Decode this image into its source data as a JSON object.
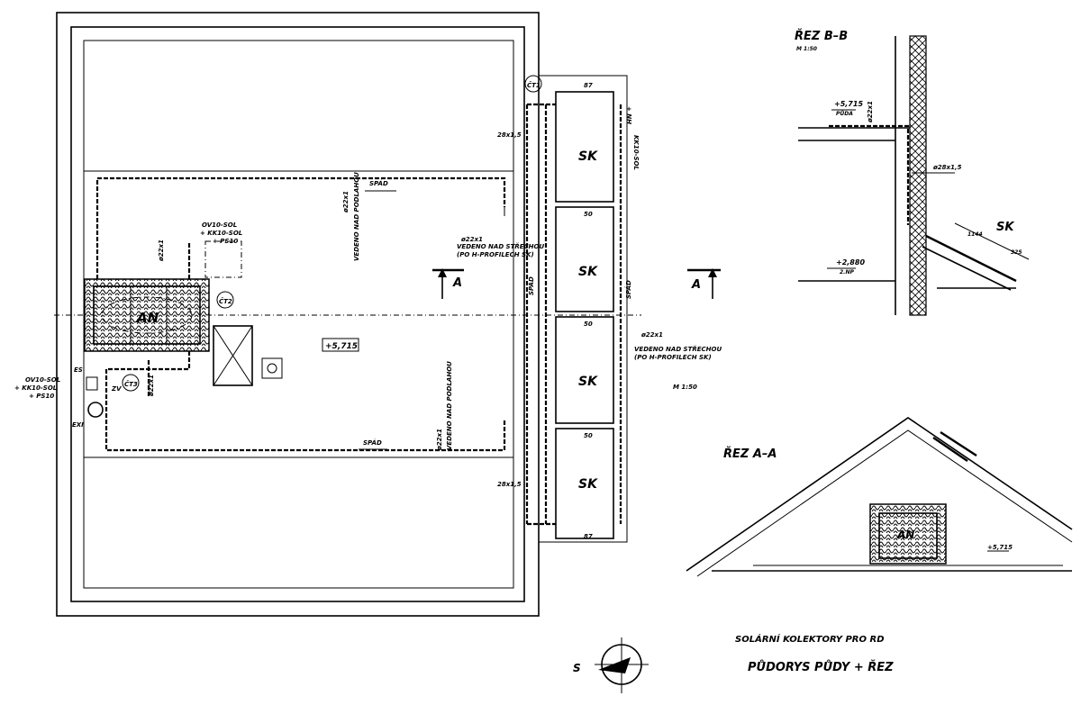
{
  "plan": {
    "collector_label": "SK",
    "tank_label": "AN",
    "level_label": "+5,715",
    "pipe_28_top": "28x1,5",
    "pipe_28_bottom": "28x1,5",
    "pipe_22_a": "ø22x1",
    "pipe_22_b": "ø22x1",
    "pipe_22_c": "ø22x1",
    "pipe_22_d": "ø22x1",
    "pipe_22_e": "ø22x1",
    "floor_note": "VEDENO NAD PODLAHOU",
    "slope": "SPÁD",
    "above_roof_1": "VEDENO NAD STŘECHOU",
    "above_roof_2": "(PO H-PROFILECH SK)",
    "cable_1": "OV10-SOL",
    "cable_2": "+ KK10-SOL",
    "cable_3": "+ PS10",
    "cable_right": "KK10-SOL",
    "cable_right_2": "+ NH",
    "ct1": "ČT1",
    "ct2": "ČT2",
    "ct3": "ČT3",
    "zv": "ZV",
    "es": "ES",
    "ex": "EXI",
    "section_mark": "A",
    "gap_50": "50",
    "gap_87": "87",
    "scale": "M 1:50"
  },
  "section_b": {
    "title": "ŘEZ B–B",
    "scale": "M 1:50",
    "level_top": "+5,715",
    "level_top_note": "PŮDA",
    "level_bottom": "+2,880",
    "level_bottom_note": "2.NP",
    "pipe": "ø28x1,5",
    "pipe_22": "ø22x1",
    "collector": "SK",
    "dim_1": "1144",
    "dim_2": "325"
  },
  "section_a": {
    "title": "ŘEZ A–A",
    "tank": "AN",
    "level": "+5,715"
  },
  "titles": {
    "line1": "SOLÁRNÍ KOLEKTORY PRO RD",
    "line2": "PŮDORYS PŮDY + ŘEZ",
    "north": "S"
  }
}
